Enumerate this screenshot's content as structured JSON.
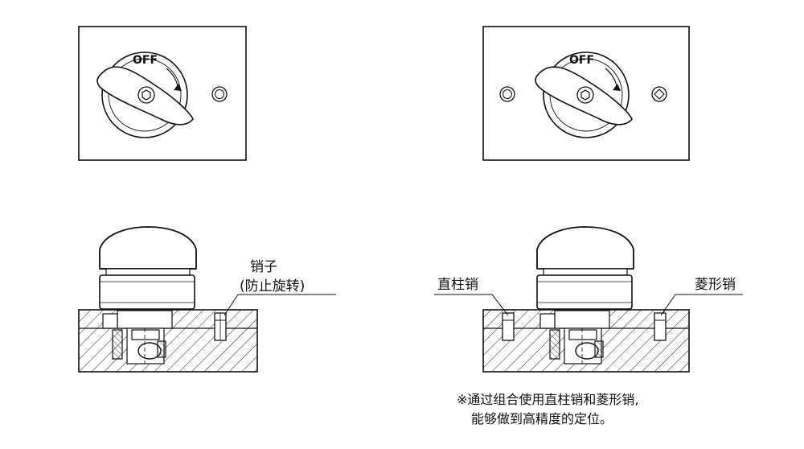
{
  "off_text": "OFF",
  "labels": {
    "pin_left_line1": "销子",
    "pin_left_line2": "(防止旋转)",
    "straight_pin": "直柱销",
    "diamond_pin": "菱形销"
  },
  "note": {
    "line1": "※通过组合使用直柱销和菱形销,",
    "line2": "能够做到高精度的定位。"
  }
}
